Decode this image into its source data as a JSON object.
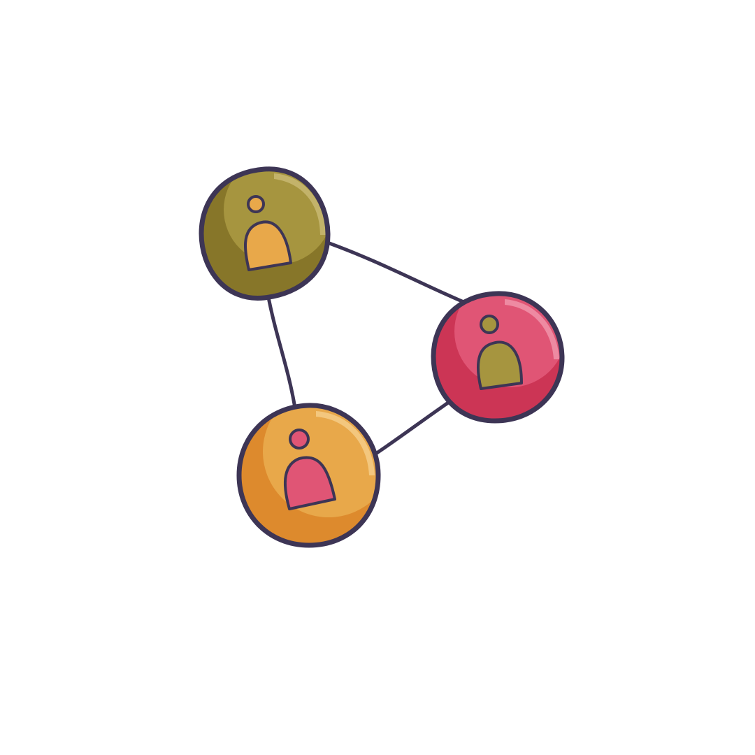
{
  "colors": {
    "background": "#ffffff",
    "outline": "#3d3555",
    "olive_light": "#a6953f",
    "olive_dark": "#877629",
    "olive_sheen": "#c3b36a",
    "pink_light": "#e05575",
    "pink_dark": "#cc3555",
    "pink_sheen": "#ee8aa2",
    "orange_light": "#e8a84a",
    "orange_dark": "#dd8a2d",
    "orange_sheen": "#f3c77e"
  },
  "nodes": [
    {
      "id": "olive",
      "fill": "olive",
      "figure_fill": "orange",
      "icon": "user-icon"
    },
    {
      "id": "pink",
      "fill": "pink",
      "figure_fill": "olive",
      "icon": "user-icon"
    },
    {
      "id": "orange",
      "fill": "orange",
      "figure_fill": "pink",
      "icon": "user-icon"
    }
  ],
  "links": [
    {
      "from": "olive",
      "to": "pink"
    },
    {
      "from": "olive",
      "to": "orange"
    },
    {
      "from": "orange",
      "to": "pink"
    }
  ]
}
